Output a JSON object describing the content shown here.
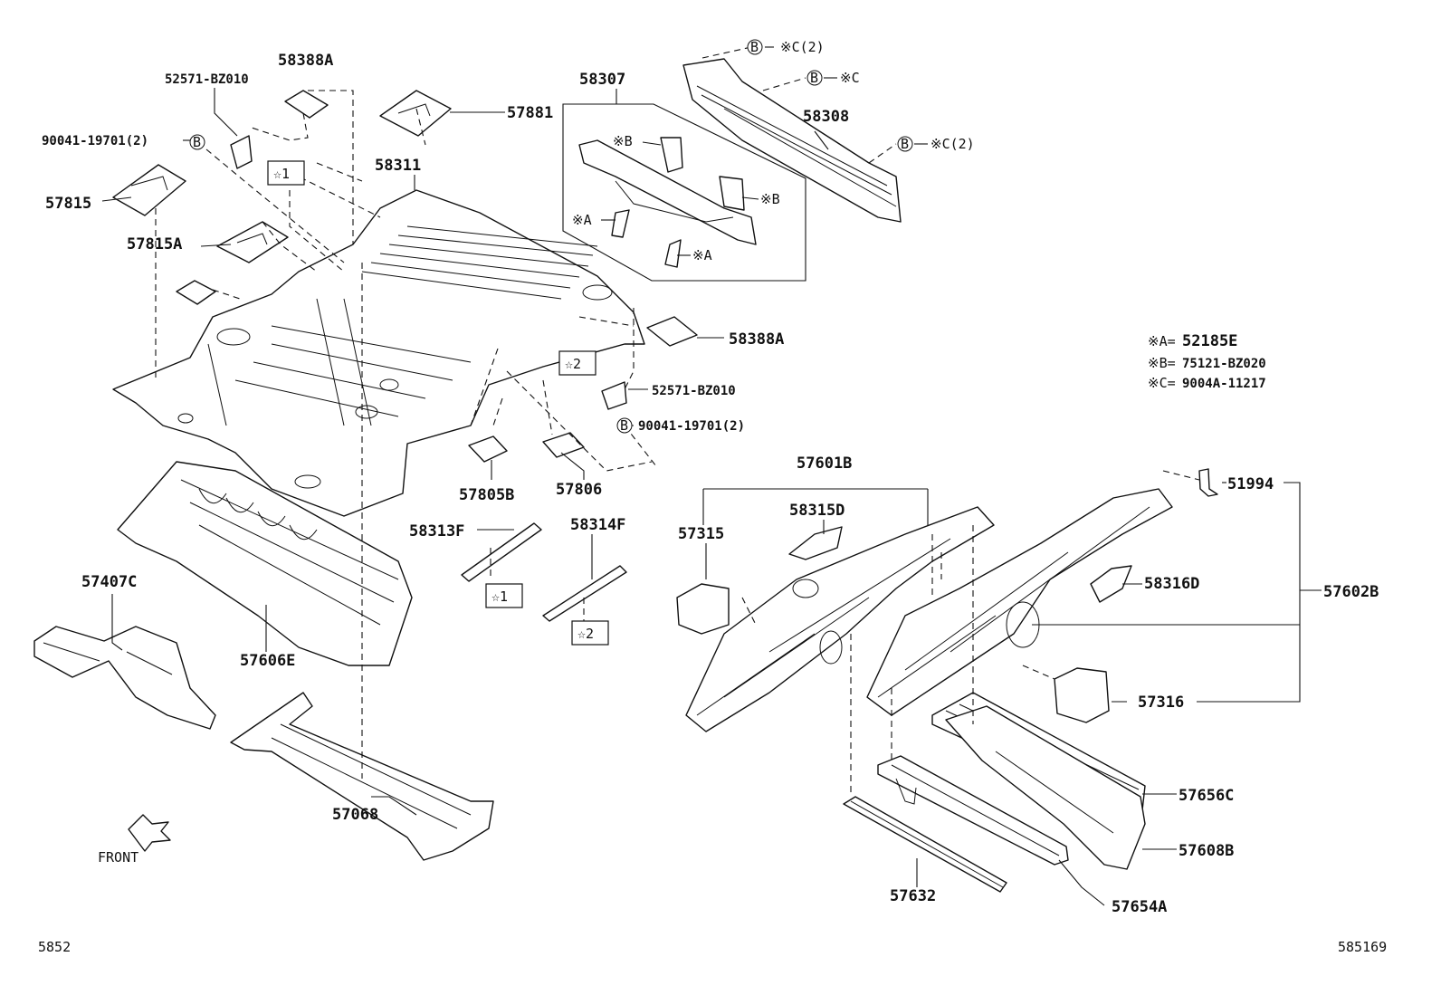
{
  "labels": {
    "p58388A_top": "58388A",
    "p52571_top": "52571-BZ010",
    "p57881": "57881",
    "p58307": "58307",
    "p58308": "58308",
    "p90041_top": "90041-19701(2)",
    "p57815": "57815",
    "p58311": "58311",
    "p57815A": "57815A",
    "p58388A_right": "58388A",
    "p52571_right": "52571-BZ010",
    "p90041_right": "90041-19701(2)",
    "p57805B": "57805B",
    "p57806": "57806",
    "p58313F": "58313F",
    "p58314F": "58314F",
    "p57601B": "57601B",
    "p58315D": "58315D",
    "p57315": "57315",
    "p51994": "51994",
    "p58316D": "58316D",
    "p57602B": "57602B",
    "p57407C": "57407C",
    "p57606E": "57606E",
    "p57316": "57316",
    "p57068": "57068",
    "p57656C": "57656C",
    "p57608B": "57608B",
    "p57632": "57632",
    "p57654A": "57654A"
  },
  "callouts": {
    "c_B_C2_top": "※C(2)",
    "c_B_C_mid": "※C",
    "c_B_C2_right": "※C(2)",
    "c_xB_1": "※B",
    "c_xB_2": "※B",
    "c_xA_1": "※A",
    "c_xA_2": "※A",
    "circle_B": "B",
    "star1_a": "☆1",
    "star2_a": "☆2",
    "star1_b": "☆1",
    "star2_b": "☆2"
  },
  "legend": {
    "a_key": "※A=",
    "a_val": "52185E",
    "b_key": "※B=",
    "b_val": "75121-BZ020",
    "c_key": "※C=",
    "c_val": "9004A-11217"
  },
  "footer": {
    "left_code": "5852",
    "right_code": "585169",
    "front": "FRONT"
  }
}
